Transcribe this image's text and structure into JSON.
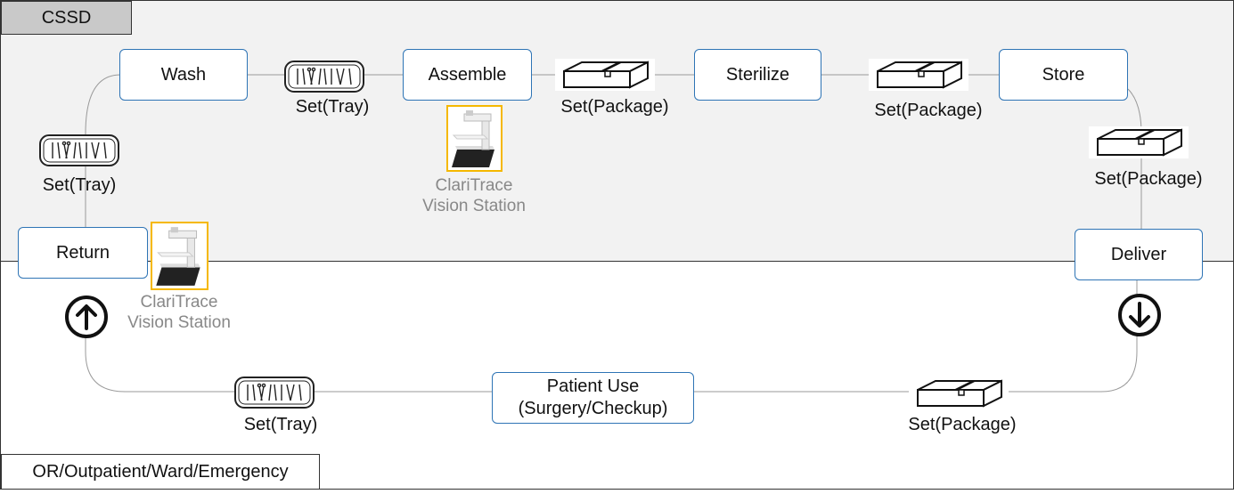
{
  "zones": {
    "top": "CSSD",
    "bottom": "OR/Outpatient/Ward/Emergency"
  },
  "steps": {
    "wash": "Wash",
    "assemble": "Assemble",
    "sterilize": "Sterilize",
    "store": "Store",
    "deliver": "Deliver",
    "patient_use": "Patient Use\n(Surgery/Checkup)",
    "return": "Return"
  },
  "items": {
    "tray": "Set(Tray)",
    "package": "Set(Package)"
  },
  "station": {
    "line1": "ClariTrace",
    "line2": "Vision Station"
  },
  "icons": {
    "tray": "instrument-tray-icon",
    "package": "package-box-icon",
    "station": "vision-station-icon",
    "up": "up-arrow-circle-icon",
    "down": "down-arrow-circle-icon"
  },
  "colors": {
    "node_border": "#2e74b5",
    "station_border": "#f5b800",
    "cssd_fill": "#f2f2f2",
    "cssd_tag": "#c9c9c9",
    "station_text": "#888888"
  }
}
